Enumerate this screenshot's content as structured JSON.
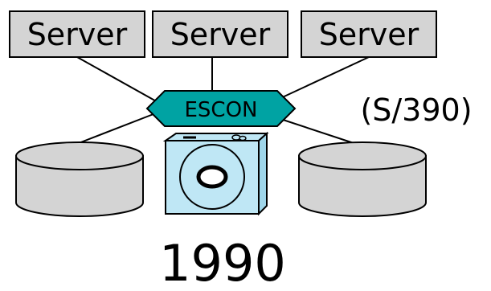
{
  "servers": [
    {
      "label": "Server"
    },
    {
      "label": "Server"
    },
    {
      "label": "Server"
    }
  ],
  "switch": {
    "label": "ESCON"
  },
  "annotation": "(S/390)",
  "year": "1990",
  "colors": {
    "server_fill": "#d4d4d4",
    "switch_fill": "#00a3a3",
    "disk_fill": "#d4d4d4",
    "tape_drive_fill": "#bfe7f5",
    "line": "#000000"
  },
  "icons": {
    "storage": [
      "disk-cylinder-icon",
      "tape-drive-icon",
      "disk-cylinder-icon"
    ]
  }
}
